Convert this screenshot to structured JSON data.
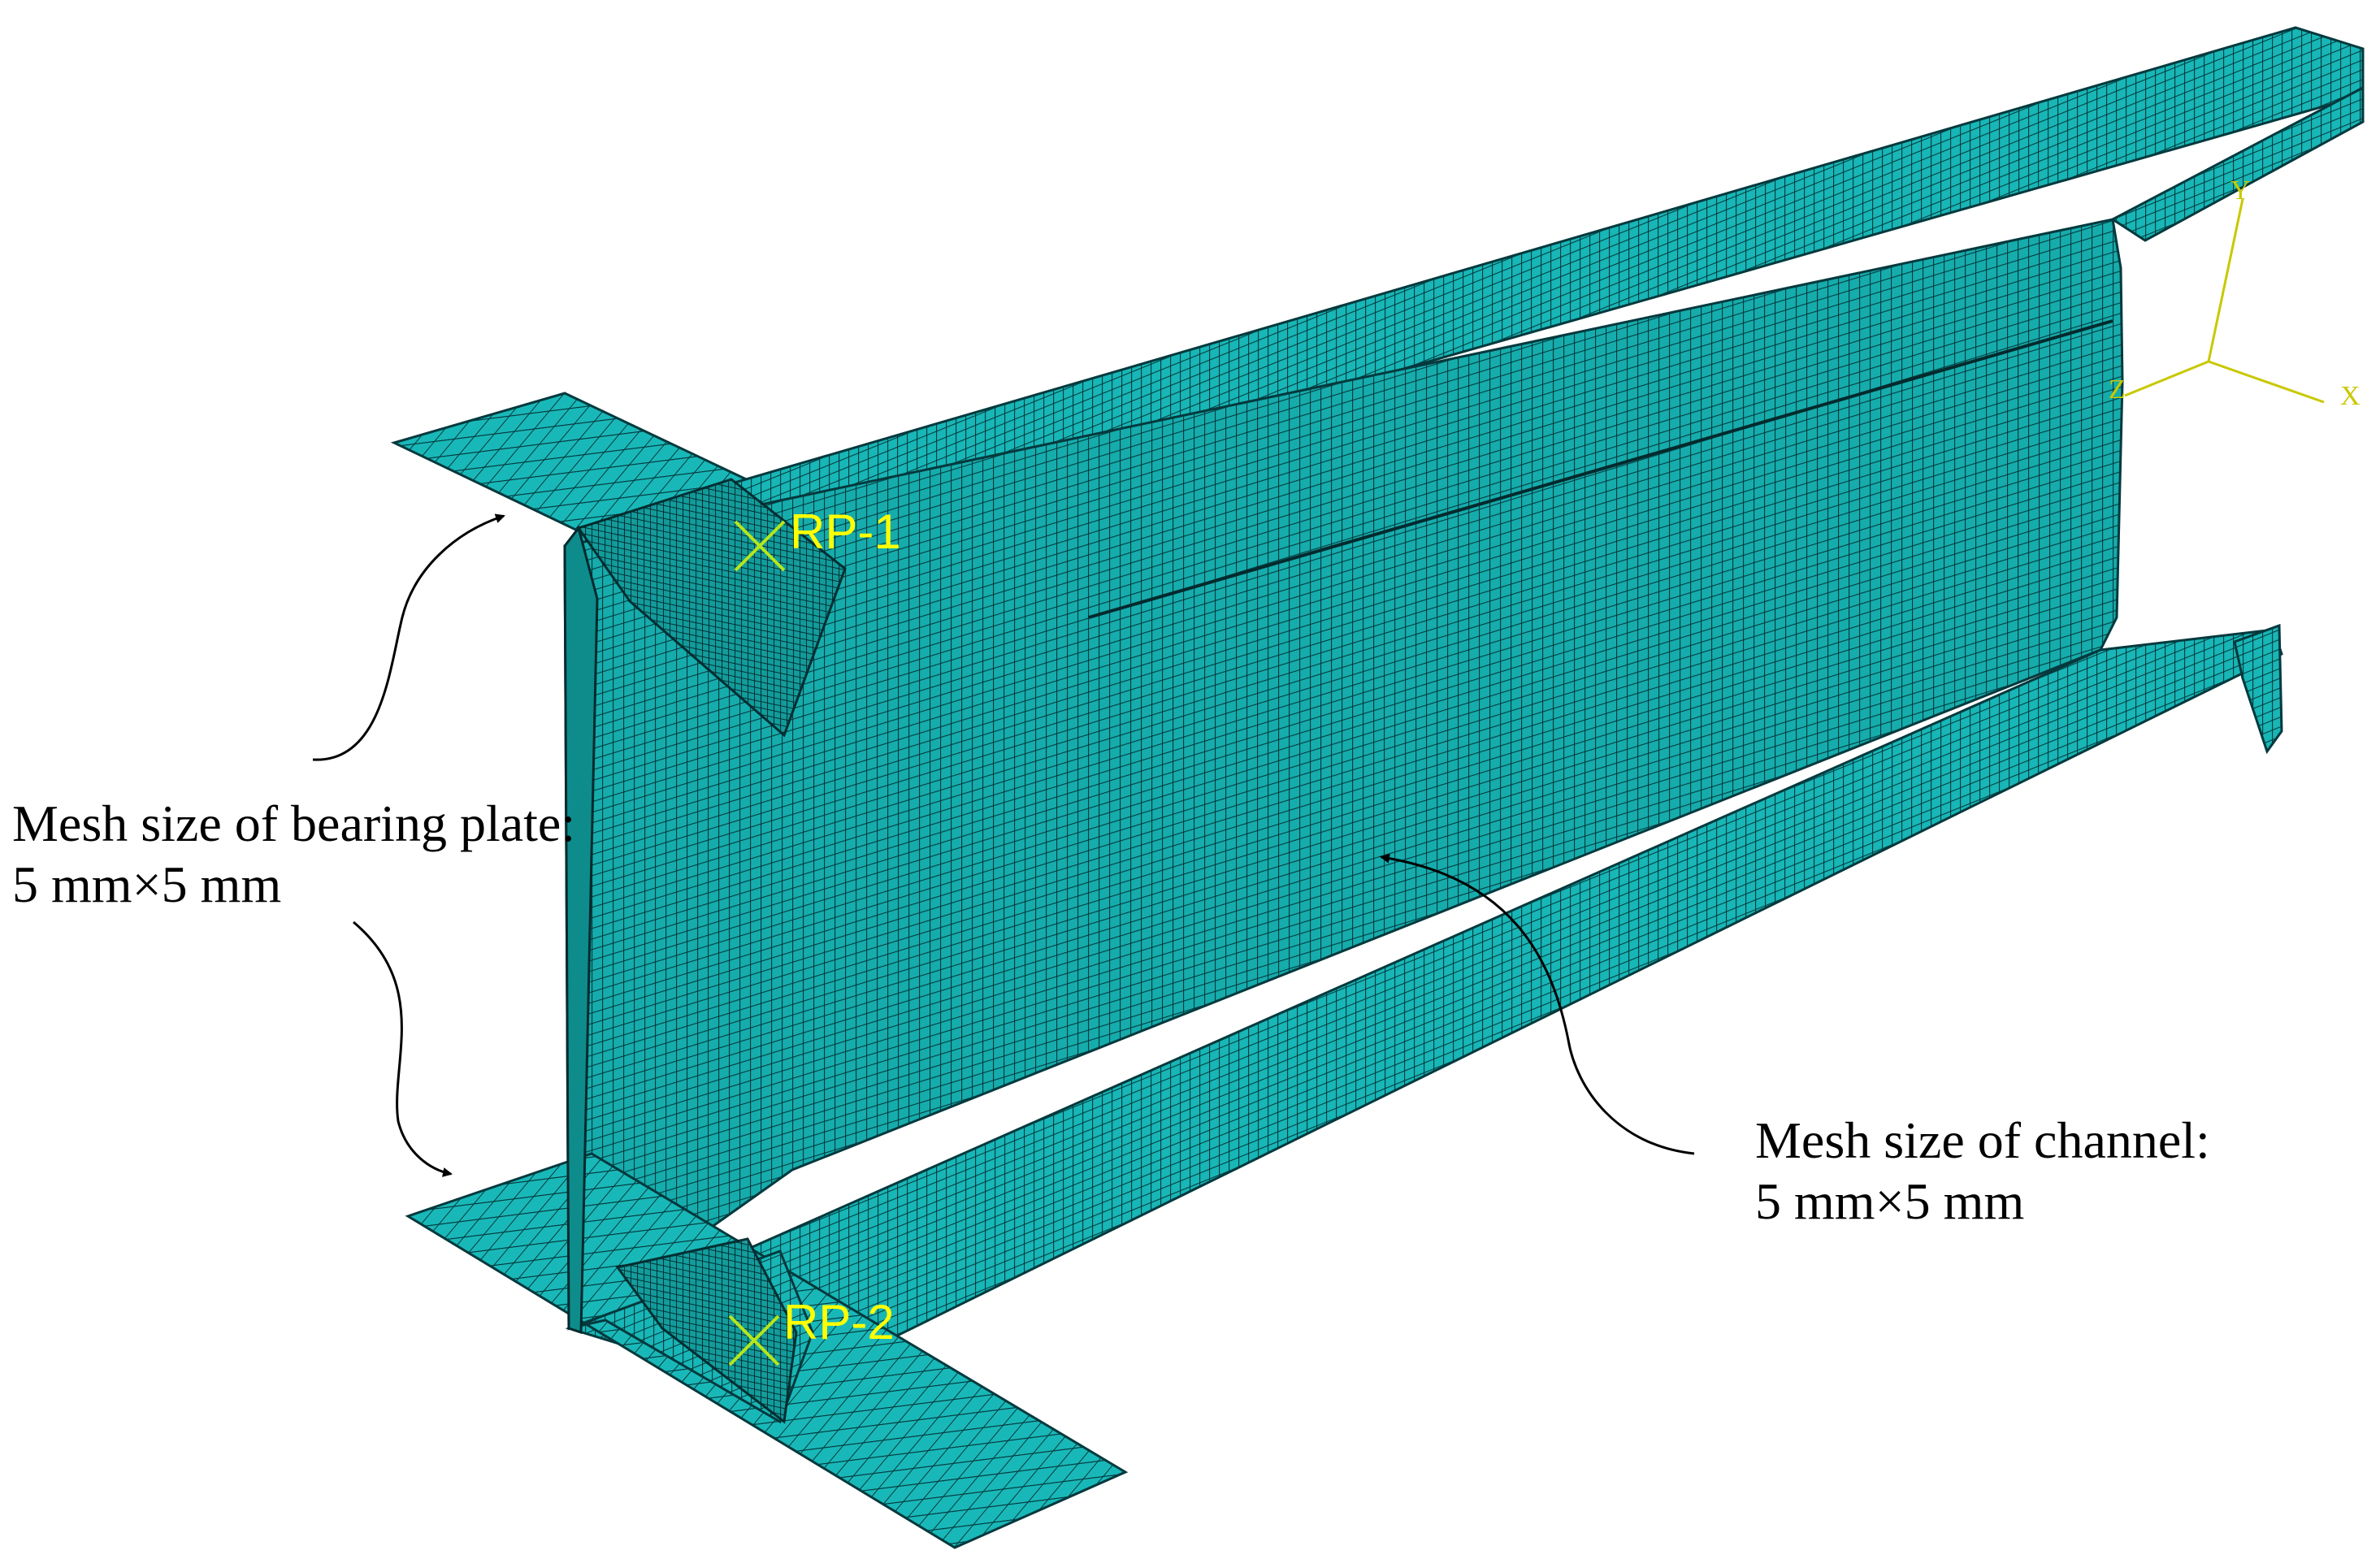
{
  "colors": {
    "mesh_fill": "#17b3b3",
    "mesh_line": "#04393d",
    "reference_point": "#ffff00",
    "triad": "#c8c800",
    "annotation": "#000000",
    "background": "#ffffff"
  },
  "annotations": {
    "bearing_plate": {
      "line1": "Mesh size of bearing plate:",
      "line2": "5 mm×5 mm"
    },
    "channel": {
      "line1": "Mesh size of channel:",
      "line2": "5 mm×5 mm"
    }
  },
  "reference_points": {
    "rp1": "RP-1",
    "rp2": "RP-2"
  },
  "triad": {
    "x": "X",
    "y": "Y",
    "z": "Z"
  }
}
